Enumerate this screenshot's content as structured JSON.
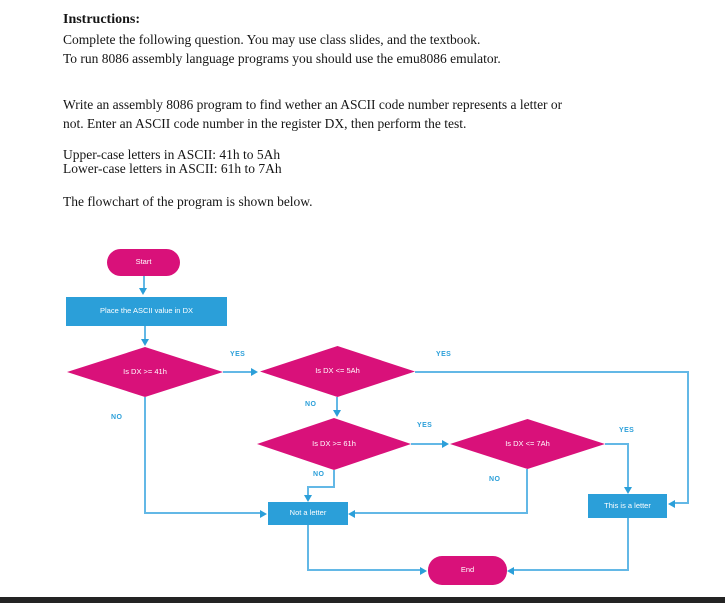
{
  "document": {
    "heading": "Instructions:",
    "para1_line1": "Complete the following question. You may use class slides, and the textbook.",
    "para1_line2": "To run 8086 assembly language programs you should use the emu8086 emulator.",
    "para2_line1": "Write an assembly 8086 program to find wether an ASCII code number represents a letter or",
    "para2_line2": "not. Enter an ASCII code number in the register DX, then perform the test.",
    "para3_line1": "Upper-case letters in ASCII: 41h to 5Ah",
    "para3_line2": "Lower-case letters in ASCII: 61h to 7Ah",
    "para4": "The flowchart of the program is shown below."
  },
  "flowchart": {
    "colors": {
      "node_pink": "#D9117A",
      "node_blue": "#2B9FD9",
      "line_blue": "#63B8E6"
    },
    "nodes": {
      "start": "Start",
      "place_value": "Place the ASCII value in DX",
      "decision1": "Is DX >= 41h",
      "decision2": "Is DX <= 5Ah",
      "decision3": "Is DX >= 61h",
      "decision4": "Is DX <= 7Ah",
      "not_letter": "Not a letter",
      "is_letter": "This is a letter",
      "end": "End"
    },
    "labels": {
      "d1_yes": "YES",
      "d1_no": "NO",
      "d2_yes": "YES",
      "d2_no": "NO",
      "d3_yes": "YES",
      "d3_no": "NO",
      "d4_yes": "YES",
      "d4_no": "NO"
    }
  }
}
